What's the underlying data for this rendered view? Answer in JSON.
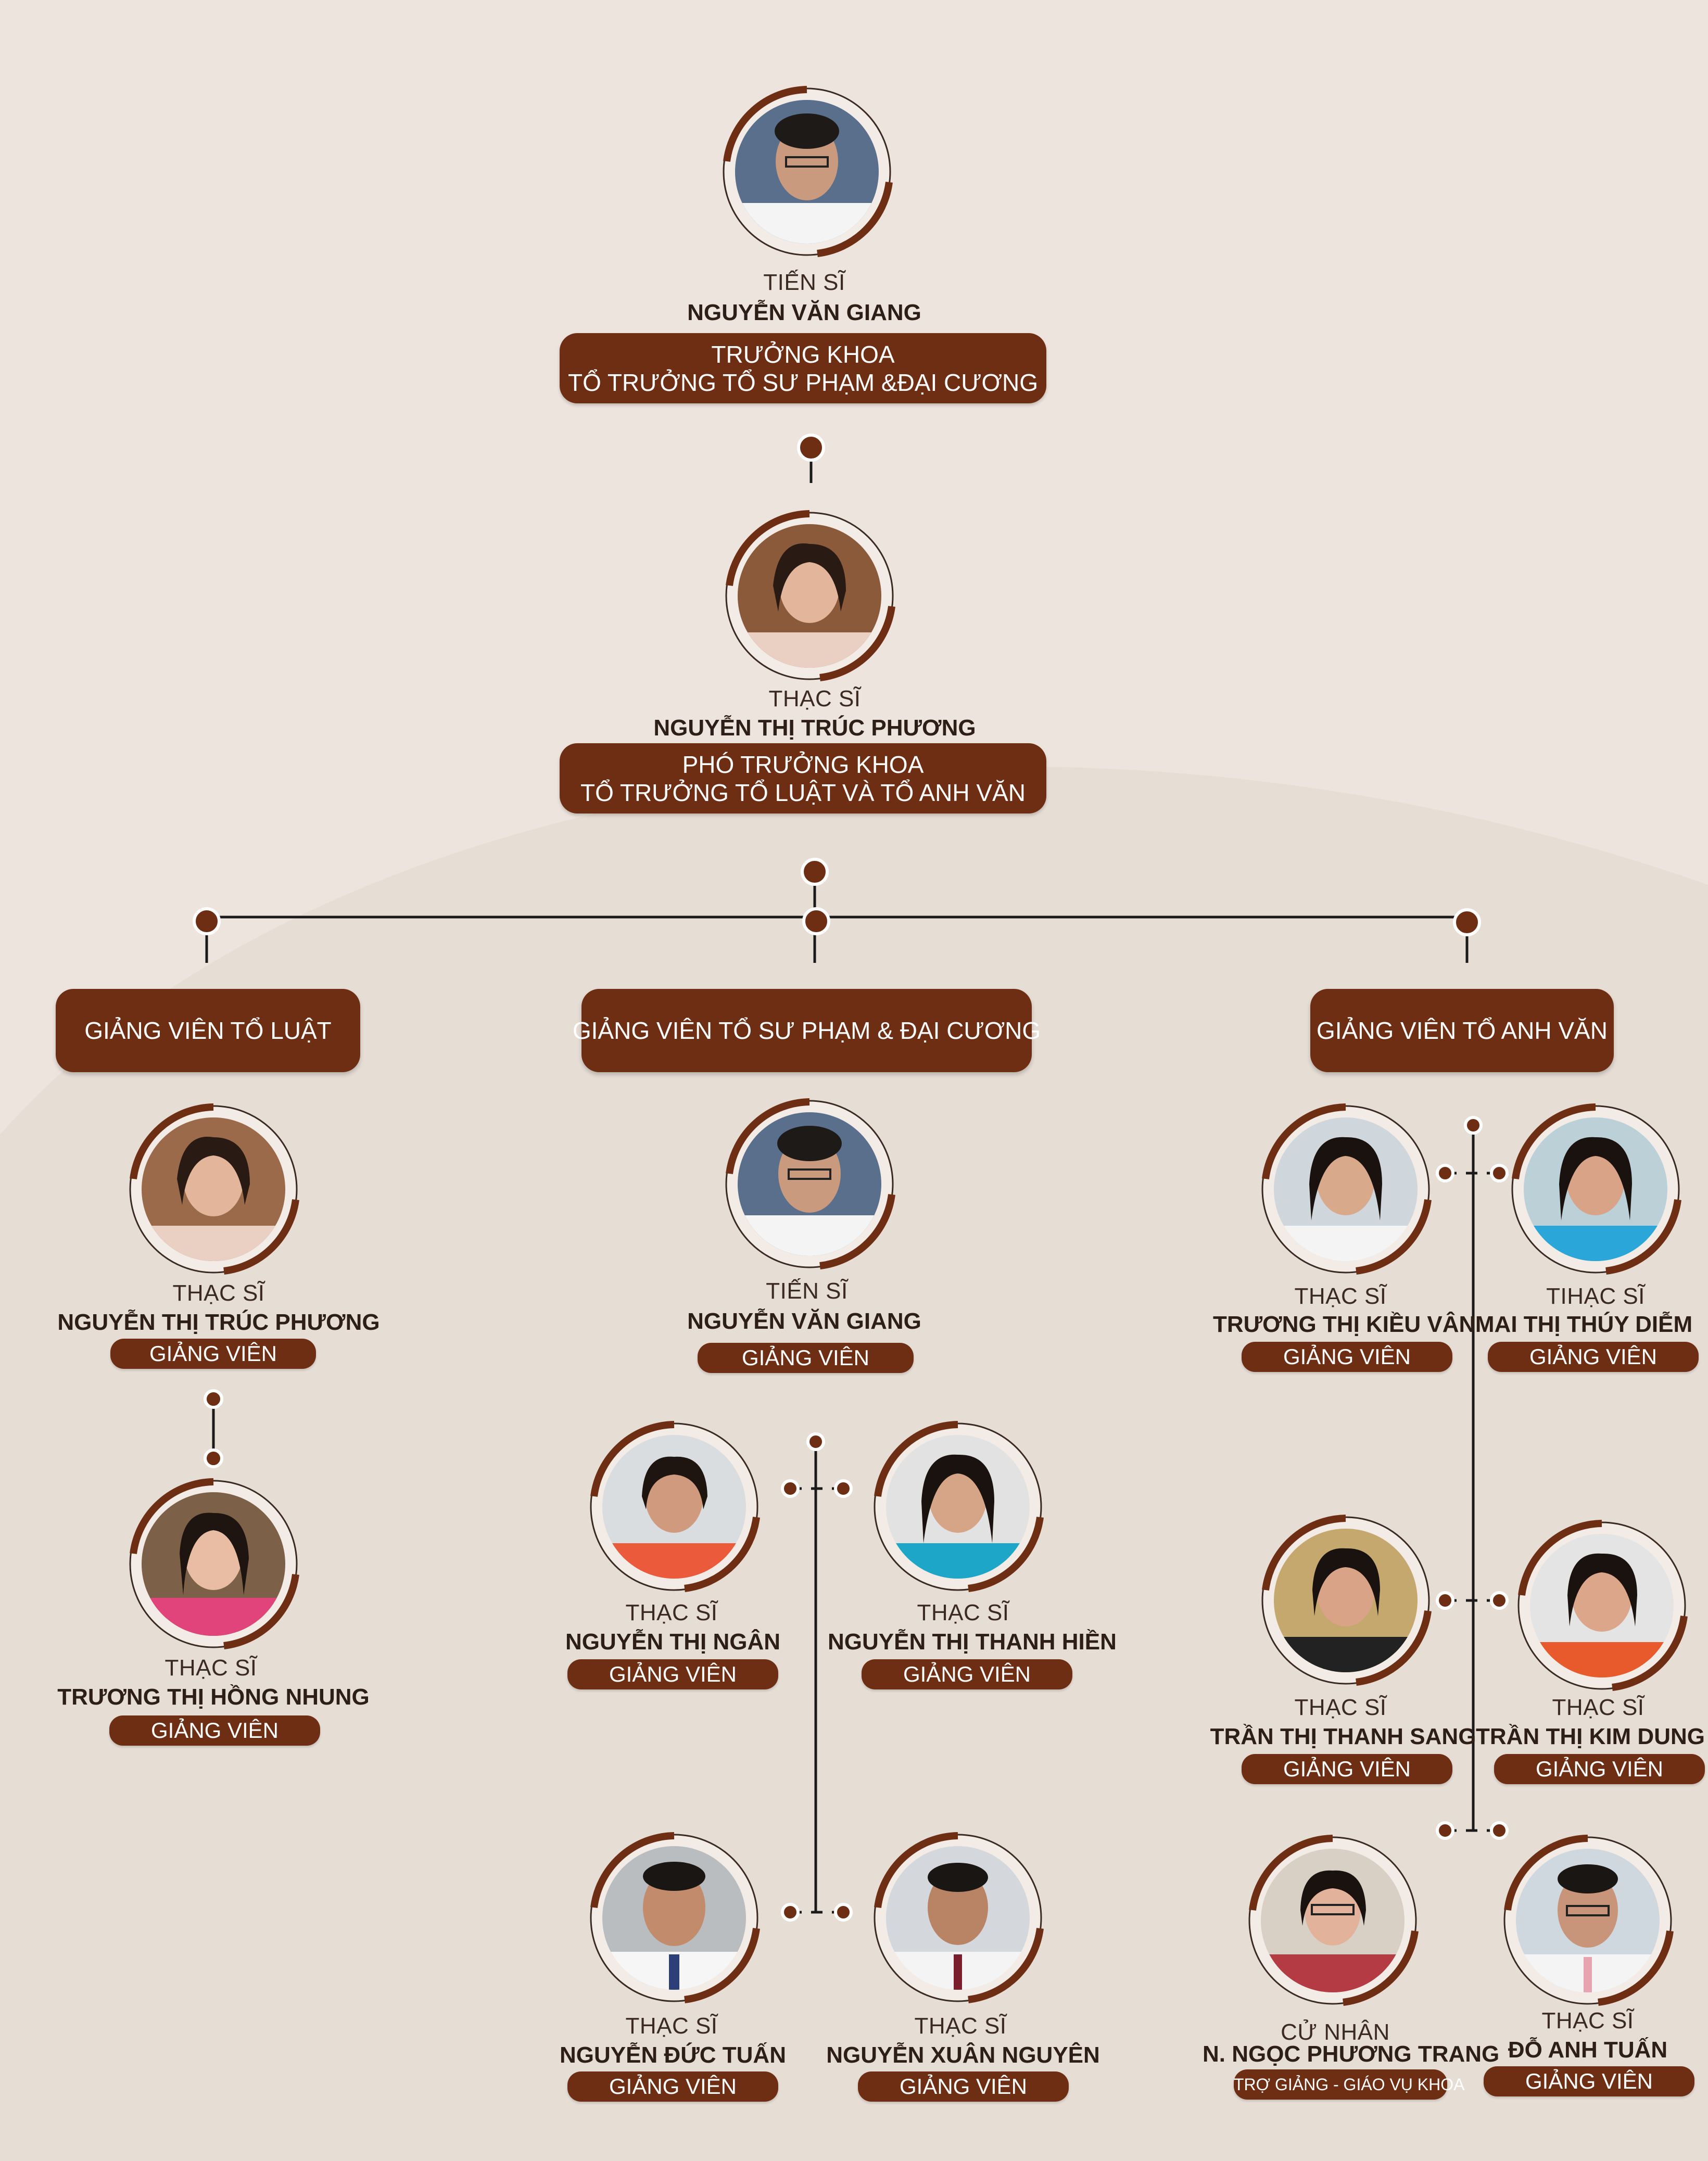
{
  "colors": {
    "brand": "#6e2e14",
    "background": "#ece3dc",
    "line": "#1a1a1a"
  },
  "dean": {
    "degree": "TIẾN SĨ",
    "name": "NGUYỄN VĂN GIANG",
    "role_line1": "TRƯỞNG KHOA",
    "role_line2": "TỔ TRƯỞNG TỔ SƯ PHẠM &ĐẠI CƯƠNG"
  },
  "vice_dean": {
    "degree": "THẠC SĨ",
    "name": "NGUYỄN THỊ TRÚC PHƯƠNG",
    "role_line1": "PHÓ TRƯỞNG KHOA",
    "role_line2": "TỔ TRƯỞNG TỔ LUẬT VÀ TỔ ANH VĂN"
  },
  "groups": {
    "law": {
      "title": "GIẢNG VIÊN TỔ LUẬT",
      "members": [
        {
          "degree": "THẠC SĨ",
          "name": "NGUYỄN THỊ TRÚC PHƯƠNG",
          "role": "GIẢNG VIÊN"
        },
        {
          "degree": "THẠC SĨ",
          "name": "TRƯƠNG THỊ HỒNG NHUNG",
          "role": "GIẢNG VIÊN"
        }
      ]
    },
    "pedagogy": {
      "title": "GIẢNG VIÊN TỔ SƯ PHẠM & ĐẠI CƯƠNG",
      "members": [
        {
          "degree": "TIẾN SĨ",
          "name": "NGUYỄN VĂN GIANG",
          "role": "GIẢNG VIÊN"
        },
        {
          "degree": "THẠC SĨ",
          "name": "NGUYỄN THỊ NGÂN",
          "role": "GIẢNG VIÊN"
        },
        {
          "degree": "THẠC SĨ",
          "name": "NGUYỄN THỊ THANH HIỀN",
          "role": "GIẢNG VIÊN"
        },
        {
          "degree": "THẠC SĨ",
          "name": "NGUYỄN ĐỨC TUẤN",
          "role": "GIẢNG VIÊN"
        },
        {
          "degree": "THẠC SĨ",
          "name": "NGUYỄN XUÂN NGUYÊN",
          "role": "GIẢNG VIÊN"
        }
      ]
    },
    "english": {
      "title": "GIẢNG VIÊN TỔ ANH VĂN",
      "members": [
        {
          "degree": "THẠC SĨ",
          "name": "TRƯƠNG THỊ KIỀU VÂN",
          "role": "GIẢNG VIÊN"
        },
        {
          "degree": "TIHẠC SĨ",
          "name": "MAI THỊ THÚY DIỄM",
          "role": "GIẢNG VIÊN"
        },
        {
          "degree": "THẠC SĨ",
          "name": "TRẦN THỊ THANH SANG",
          "role": "GIẢNG VIÊN"
        },
        {
          "degree": "THẠC SĨ",
          "name": "TRẦN THỊ KIM DUNG",
          "role": "GIẢNG VIÊN"
        },
        {
          "degree": "CỬ NHÂN",
          "name": "N. NGỌC PHƯƠNG TRANG",
          "role": "TRỢ GIẢNG - GIÁO VỤ KHOA"
        },
        {
          "degree": "THẠC SĨ",
          "name": "ĐỖ ANH TUẤN",
          "role": "GIẢNG VIÊN"
        }
      ]
    }
  }
}
